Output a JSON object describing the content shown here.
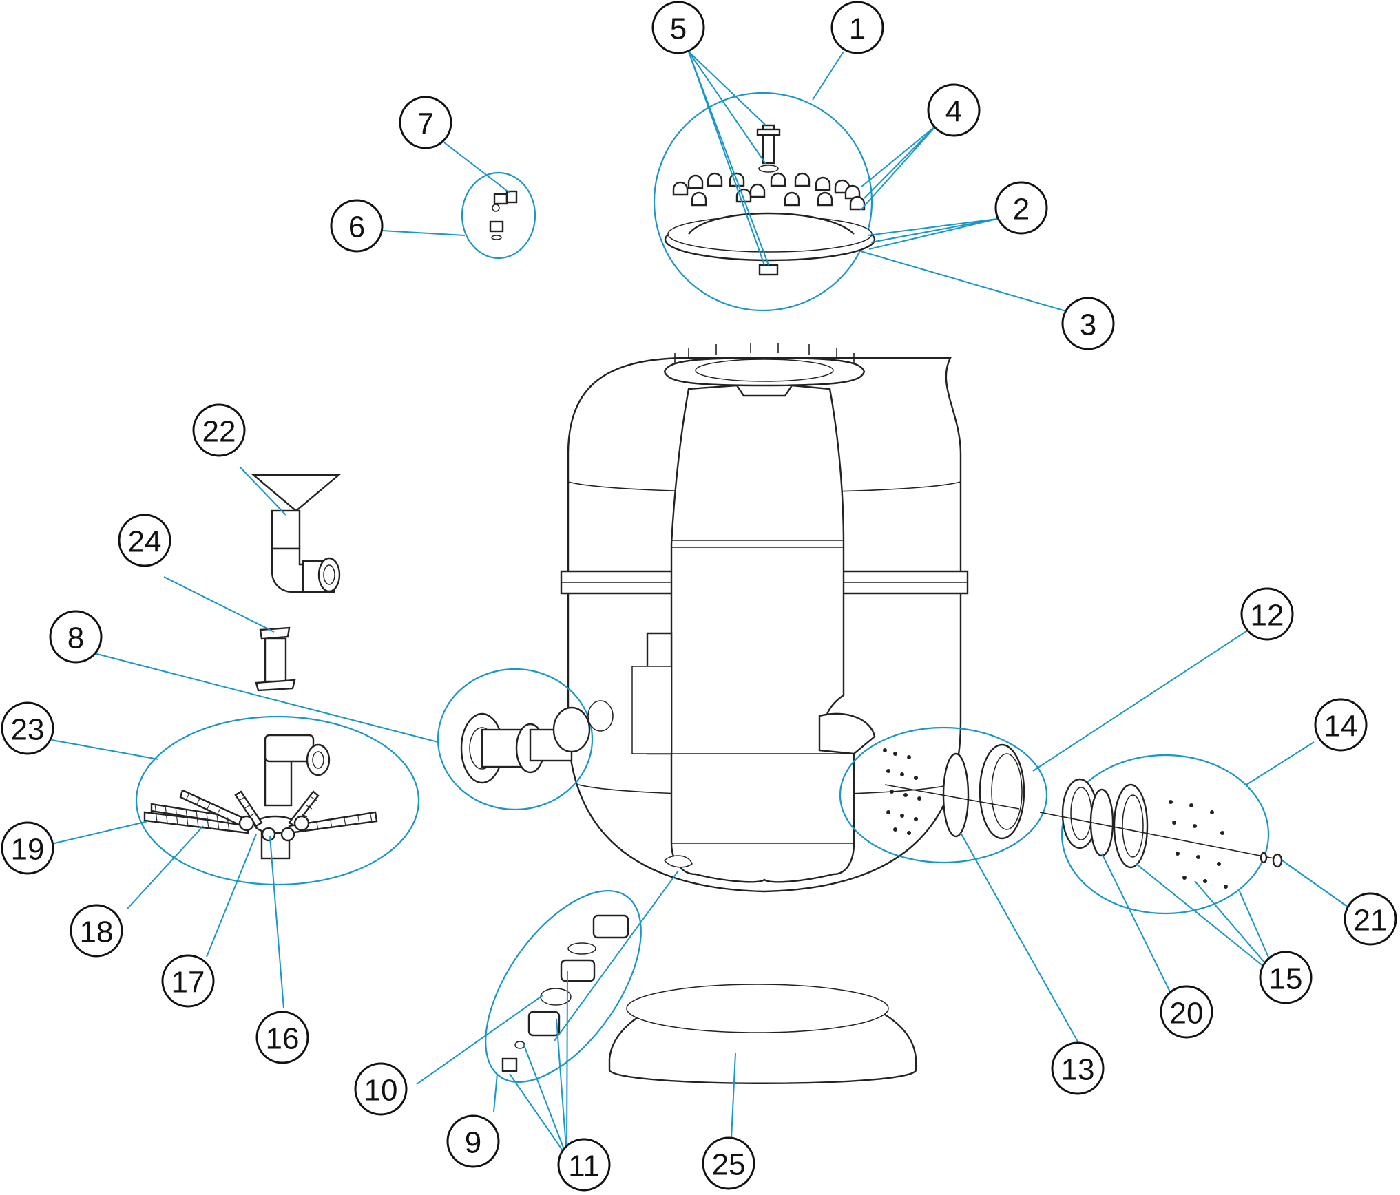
{
  "diagram": {
    "callouts": [
      {
        "id": "1",
        "label": "1"
      },
      {
        "id": "2",
        "label": "2"
      },
      {
        "id": "3",
        "label": "3"
      },
      {
        "id": "4",
        "label": "4"
      },
      {
        "id": "5",
        "label": "5"
      },
      {
        "id": "6",
        "label": "6"
      },
      {
        "id": "7",
        "label": "7"
      },
      {
        "id": "8",
        "label": "8"
      },
      {
        "id": "9",
        "label": "9"
      },
      {
        "id": "10",
        "label": "10"
      },
      {
        "id": "11",
        "label": "11"
      },
      {
        "id": "12",
        "label": "12"
      },
      {
        "id": "13",
        "label": "13"
      },
      {
        "id": "14",
        "label": "14"
      },
      {
        "id": "15",
        "label": "15"
      },
      {
        "id": "16",
        "label": "16"
      },
      {
        "id": "17",
        "label": "17"
      },
      {
        "id": "18",
        "label": "18"
      },
      {
        "id": "19",
        "label": "19"
      },
      {
        "id": "20",
        "label": "20"
      },
      {
        "id": "21",
        "label": "21"
      },
      {
        "id": "22",
        "label": "22"
      },
      {
        "id": "23",
        "label": "23"
      },
      {
        "id": "24",
        "label": "24"
      },
      {
        "id": "25",
        "label": "25"
      }
    ],
    "colors": {
      "leader": "#1a96c8",
      "outline": "#222222",
      "background": "#ffffff"
    }
  }
}
